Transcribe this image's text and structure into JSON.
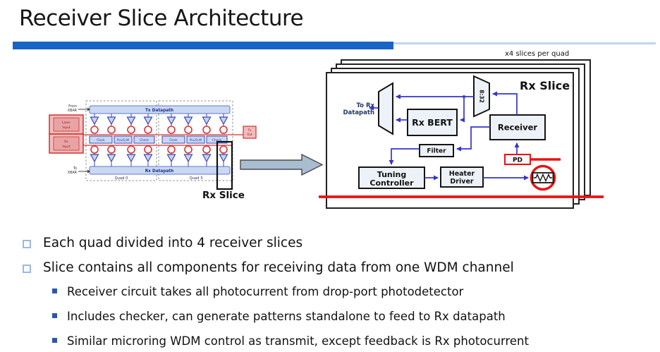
{
  "slide": {
    "title": "Receiver Slice Architecture"
  },
  "left_diagram": {
    "tx_datapath": "Tx Datapath",
    "rx_datapath": "Rx Datapath",
    "from_xbar_line1": "From",
    "from_xbar_line2": "XBAR",
    "to_xbar_line1": "To",
    "to_xbar_line2": "XBAR",
    "laser_input_line1": "Laser",
    "laser_input_line2": "Input",
    "rx_input_line1": "Rx",
    "rx_input_line2": "Input",
    "tx_output_line1": "Tx",
    "tx_output_line2": "Out",
    "quad0_label": "Quad 0",
    "quad3_label": "Quad 3",
    "mid_boxes": [
      "Clock",
      "PLL/Q,W",
      "Check"
    ],
    "rx_slice_label": "Rx Slice"
  },
  "right_diagram": {
    "stack_note": "x4 slices per quad",
    "title": "Rx Slice",
    "to_rx_datapath_line1": "To Rx",
    "to_rx_datapath_line2": "Datapath",
    "deserializer": "8:32",
    "rx_bert": "Rx BERT",
    "receiver": "Receiver",
    "filter": "Filter",
    "tuning_line1": "Tuning",
    "tuning_line2": "Controller",
    "heater_line1": "Heater",
    "heater_line2": "Driver",
    "pd": "PD"
  },
  "bullets": {
    "level1": [
      "Each quad divided into 4 receiver slices",
      "Slice contains all components for receiving data from one WDM channel"
    ],
    "level2": [
      "Receiver circuit takes all photocurrent from drop-port photodetector",
      "Includes checker, can generate patterns standalone to feed to Rx datapath",
      "Similar microring WDM control as transmit, except feedback is Rx photocurrent"
    ]
  },
  "colors": {
    "accent_bar": "#1A63C6",
    "accent_line": "#BDD7EE",
    "bullet_square": "#2A57A8",
    "diagram_blue_line": "#3535C8",
    "diagram_red": "#EE1111",
    "left_red": "#E03030",
    "box_fill": "#EDF1F8",
    "bar_fill": "#CBD8F2"
  }
}
